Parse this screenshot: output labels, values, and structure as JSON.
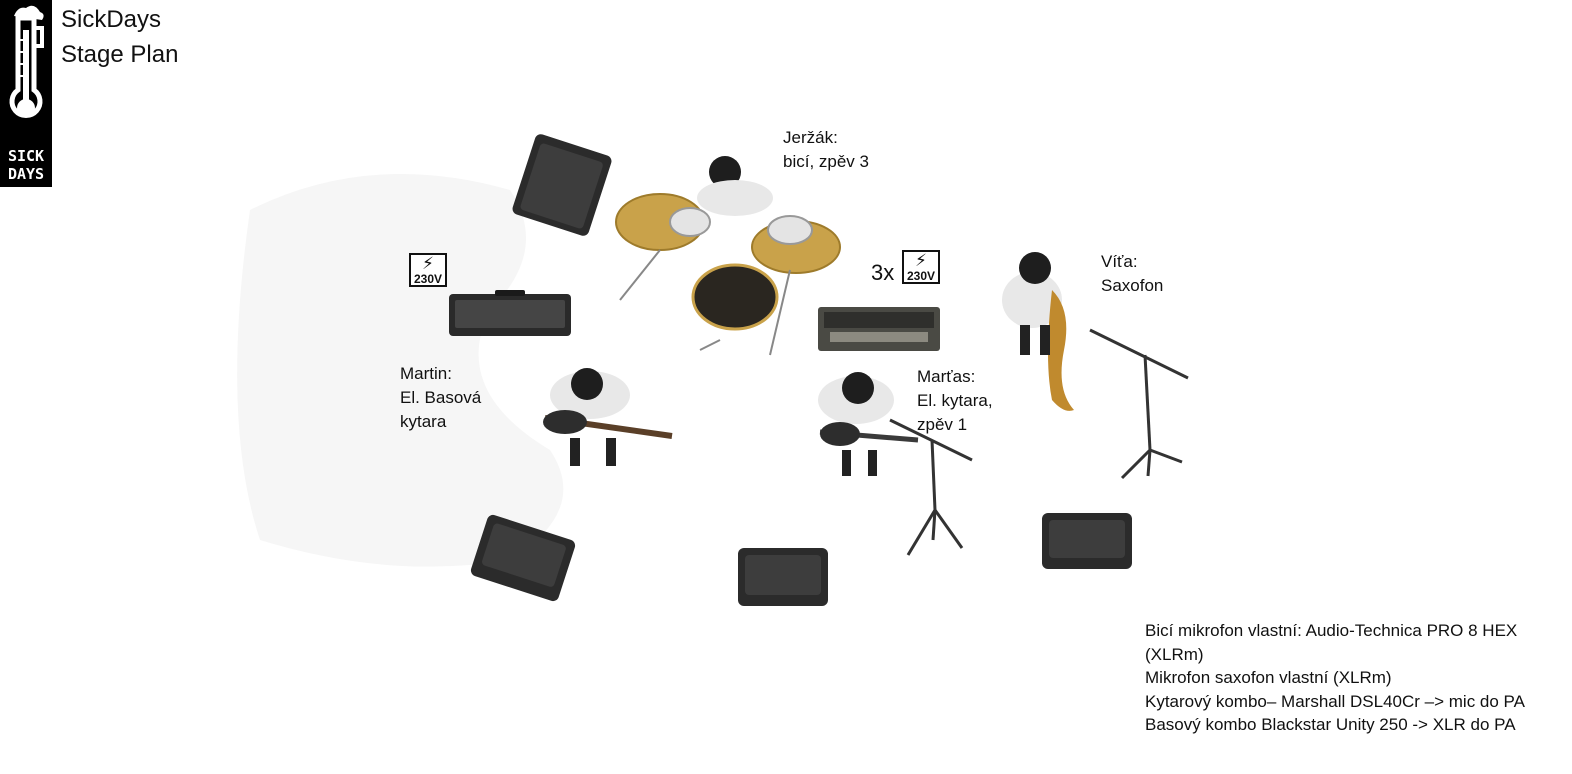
{
  "header": {
    "line1": "SickDays",
    "line2": "Stage Plan"
  },
  "logo": {
    "word": "SICK\nDAYS",
    "icon": "thermometer-beer-icon"
  },
  "power": {
    "badge_label": "230V",
    "multiplier": "3x",
    "icon": "lightning-icon"
  },
  "musicians": [
    {
      "id": "drums",
      "label": "Jeržák:\nbicí, zpěv 3"
    },
    {
      "id": "sax",
      "label": "Víťa:\nSaxofon"
    },
    {
      "id": "bass",
      "label": "Martin:\nEl. Basová\nkytara"
    },
    {
      "id": "guitar",
      "label": "Marťas:\nEl. kytara,\nzpěv 1"
    }
  ],
  "notes": [
    "Bicí mikrofon vlastní: Audio-Technica PRO 8 HEX (XLRm)",
    "Mikrofon saxofon vlastní (XLRm)",
    "Kytarový kombo– Marshall DSL40Cr –> mic do PA",
    "Basový kombo Blackstar Unity 250 -> XLR do PA"
  ],
  "colors": {
    "monitor": "#2b2b2b",
    "cymbal": "#c9a24a",
    "shirt": "#e8e8e8",
    "hair": "#1e1e1e",
    "sax": "#c08a2e"
  }
}
